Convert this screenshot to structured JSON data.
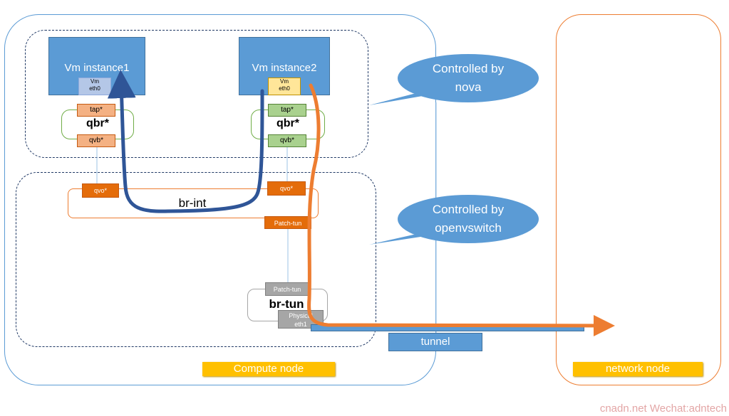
{
  "vm1": {
    "title": "Vm instance1",
    "port_line1": "Vm",
    "port_line2": "eth0"
  },
  "vm2": {
    "title": "Vm instance2",
    "port_line1": "Vm",
    "port_line2": "eth0"
  },
  "qbr_left": {
    "label": "qbr*",
    "tap": "tap*",
    "qvb": "qvb*"
  },
  "qbr_right": {
    "label": "qbr*",
    "tap": "tap*",
    "qvb": "qvb*"
  },
  "br_int": {
    "label": "br-int",
    "qvo_left": "qvo*",
    "qvo_right": "qvo*",
    "patch_tun": "Patch-tun"
  },
  "br_tun": {
    "label": "br-tun",
    "patch_tun": "Patch-tun",
    "physical_line1": "Physical",
    "physical_line2": "eth1"
  },
  "callouts": {
    "nova_line1": "Controlled by",
    "nova_line2": "nova",
    "ovs_line1": "Controlled by",
    "ovs_line2": "openvswitch"
  },
  "tunnel": {
    "label": "tunnel"
  },
  "nodes": {
    "compute": "Compute node",
    "network": "network node"
  },
  "watermark": "cnadn.net  Wechat:adntech",
  "colors": {
    "blue_box": "#5b9bd5",
    "blue_path": "#2f5597",
    "orange_path": "#ed7d31",
    "node_label": "#ffc000"
  }
}
